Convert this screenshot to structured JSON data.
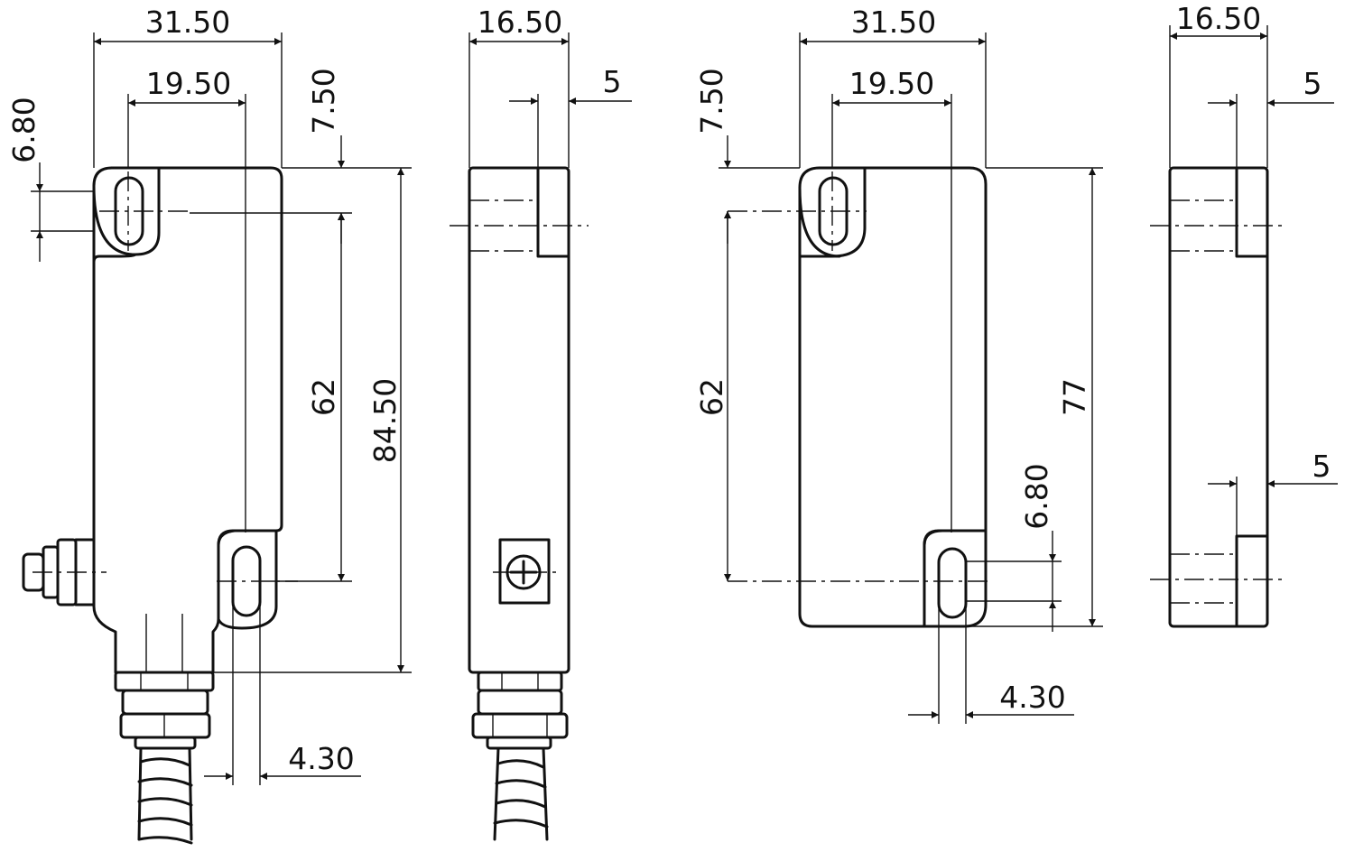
{
  "views": {
    "sensor_front": {
      "width_total": "31.50",
      "hole_spacing": "19.50",
      "slot_length": "6.80",
      "top_offset": "7.50",
      "hole_distance": "62",
      "overall_height": "84.50",
      "slot_width": "4.30"
    },
    "sensor_side": {
      "depth": "16.50",
      "flange": "5"
    },
    "actuator_front": {
      "width_total": "31.50",
      "hole_spacing": "19.50",
      "top_offset": "7.50",
      "hole_distance": "62",
      "overall_height": "77",
      "slot_length": "6.80",
      "slot_width": "4.30"
    },
    "actuator_side": {
      "depth": "16.50",
      "flange_top": "5",
      "flange_bottom": "5"
    }
  }
}
